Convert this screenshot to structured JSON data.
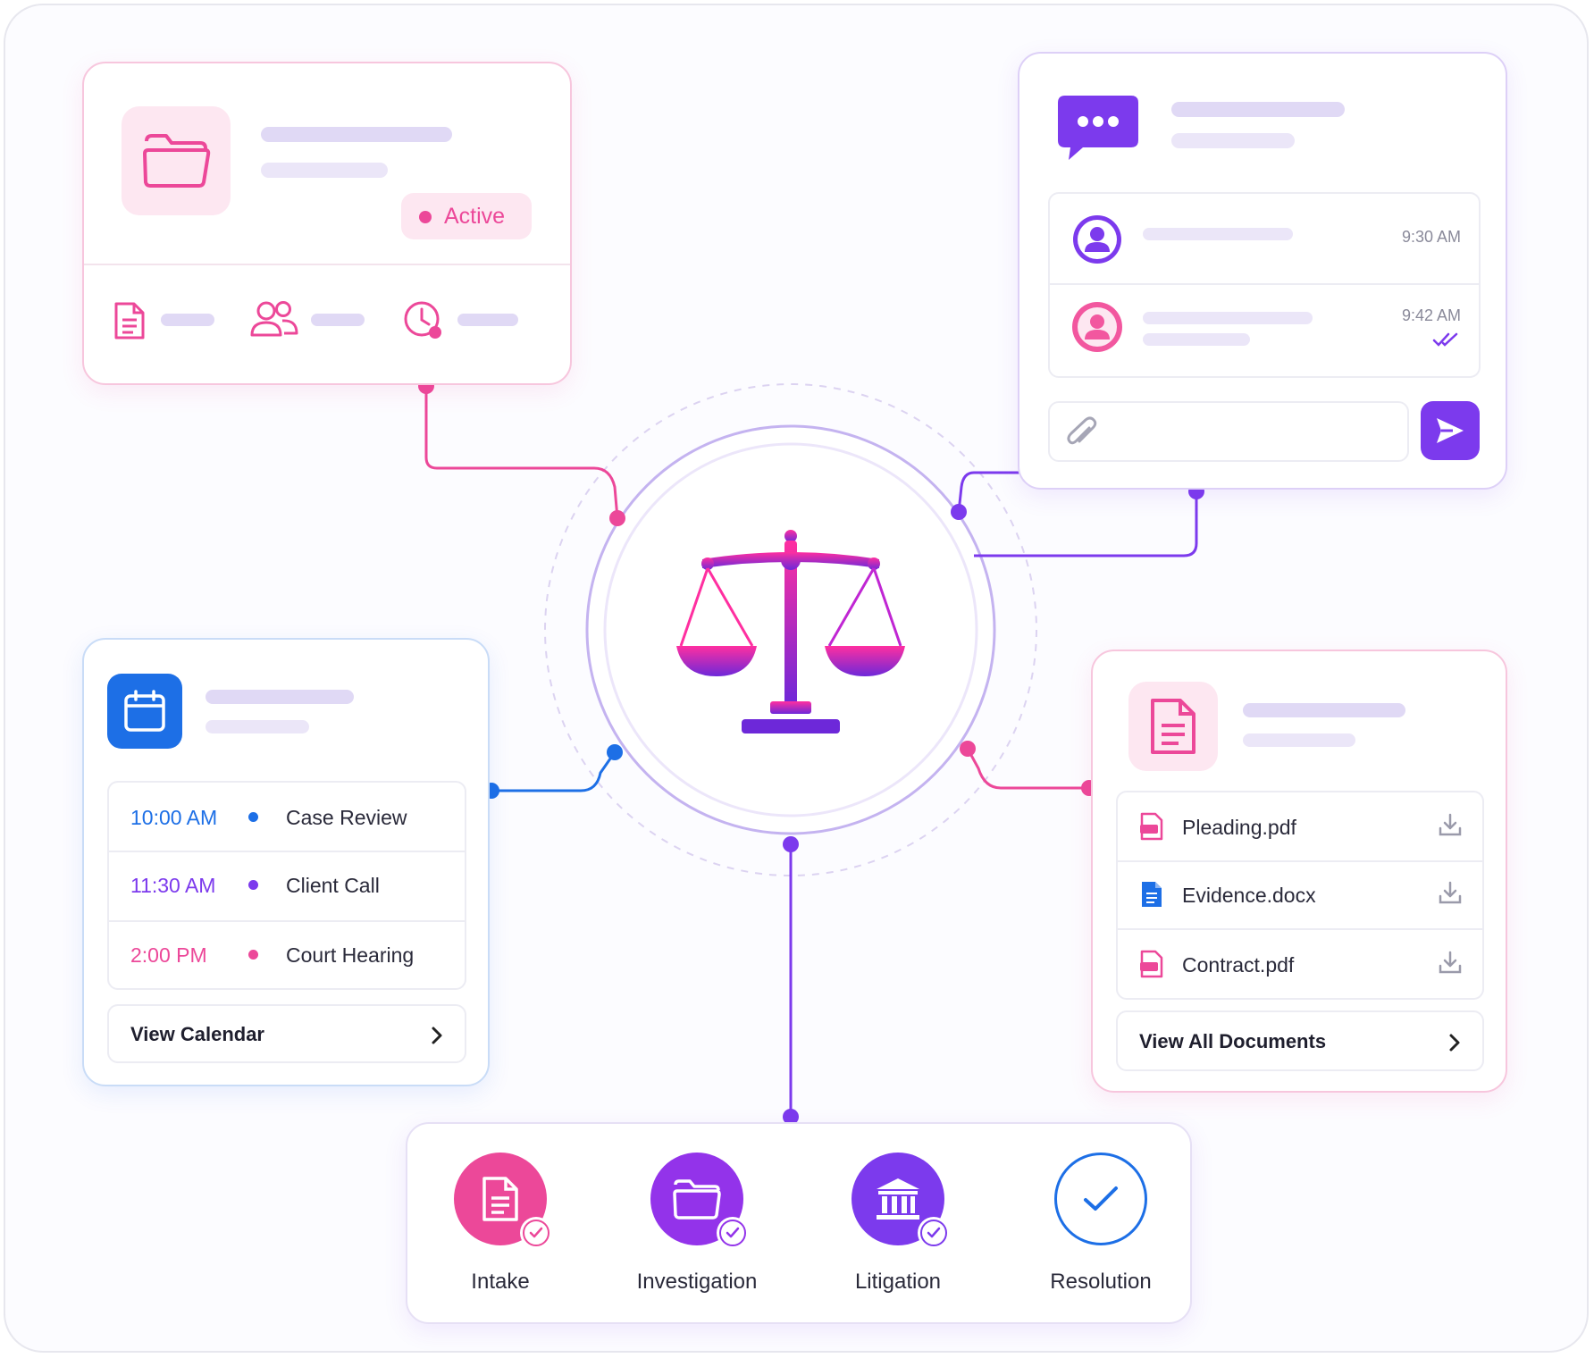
{
  "case_card": {
    "status_label": "Active",
    "colors": {
      "accent": "#ec4899",
      "tile_bg": "#fde7f1"
    },
    "icons": [
      "folder-icon",
      "document-icon",
      "people-icon",
      "clock-icon"
    ]
  },
  "chat_card": {
    "messages": [
      {
        "time": "9:30 AM",
        "avatar": "user-avatar-purple"
      },
      {
        "time": "9:42 AM",
        "avatar": "user-avatar-pink",
        "read": true
      }
    ],
    "icons": [
      "chat-bubble-icon",
      "paperclip-icon",
      "send-icon"
    ],
    "colors": {
      "accent": "#7c3aed"
    }
  },
  "calendar_card": {
    "events": [
      {
        "time": "10:00 AM",
        "title": "Case Review",
        "color": "#1d6fe6"
      },
      {
        "time": "11:30 AM",
        "title": "Client Call",
        "color": "#7c3aed"
      },
      {
        "time": "2:00 PM",
        "title": "Court Hearing",
        "color": "#ec4899"
      }
    ],
    "view_label": "View Calendar",
    "icons": [
      "calendar-icon",
      "chevron-right-icon"
    ],
    "colors": {
      "accent": "#1d6fe6"
    }
  },
  "documents_card": {
    "files": [
      {
        "name": "Pleading.pdf",
        "icon": "pdf-icon"
      },
      {
        "name": "Evidence.docx",
        "icon": "docx-icon"
      },
      {
        "name": "Contract.pdf",
        "icon": "pdf-icon"
      }
    ],
    "view_label": "View All Documents",
    "icons": [
      "document-icon",
      "download-icon",
      "chevron-right-icon"
    ]
  },
  "center": {
    "icon": "scales-of-justice-icon"
  },
  "workflow": {
    "steps": [
      {
        "label": "Intake",
        "icon": "document-icon",
        "done": true,
        "color": "#ec4899"
      },
      {
        "label": "Investigation",
        "icon": "folder-icon",
        "done": true,
        "color": "#9333ea"
      },
      {
        "label": "Litigation",
        "icon": "courthouse-icon",
        "done": true,
        "color": "#7c3aed"
      },
      {
        "label": "Resolution",
        "icon": "check-icon",
        "done": false,
        "color": "#1d6fe6"
      }
    ]
  }
}
